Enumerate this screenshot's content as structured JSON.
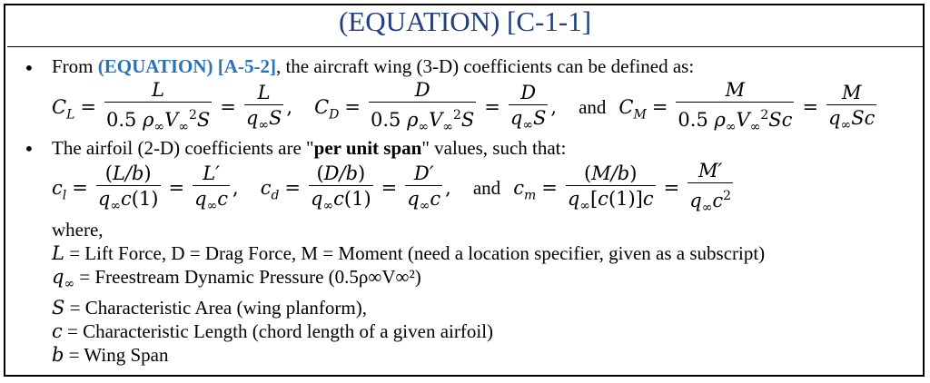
{
  "title": "(EQUATION) [C-1-1]",
  "bullet1": {
    "prefix": "From ",
    "ref": "(EQUATION) [A-5-2]",
    "suffix": ", the aircraft wing (3-D) coefficients can be defined as:"
  },
  "bullet2": {
    "prefix": "The airfoil (2-D) coefficients are \"",
    "emph": "per unit span",
    "suffix": "\" values, such that:"
  },
  "connectors": {
    "and": "and",
    "where": "where,"
  },
  "definitions": {
    "force_line": " = Lift Force,  D = Drag Force,  M = Moment (need a location specifier, given as a subscript)",
    "q_line": " = Freestream Dynamic Pressure (0.5ρ∞V∞²)",
    "S_line": " = Characteristic Area (wing planform),",
    "c_line": " = Characteristic Length (chord length of a given airfoil)",
    "b_line": " = Wing Span"
  }
}
